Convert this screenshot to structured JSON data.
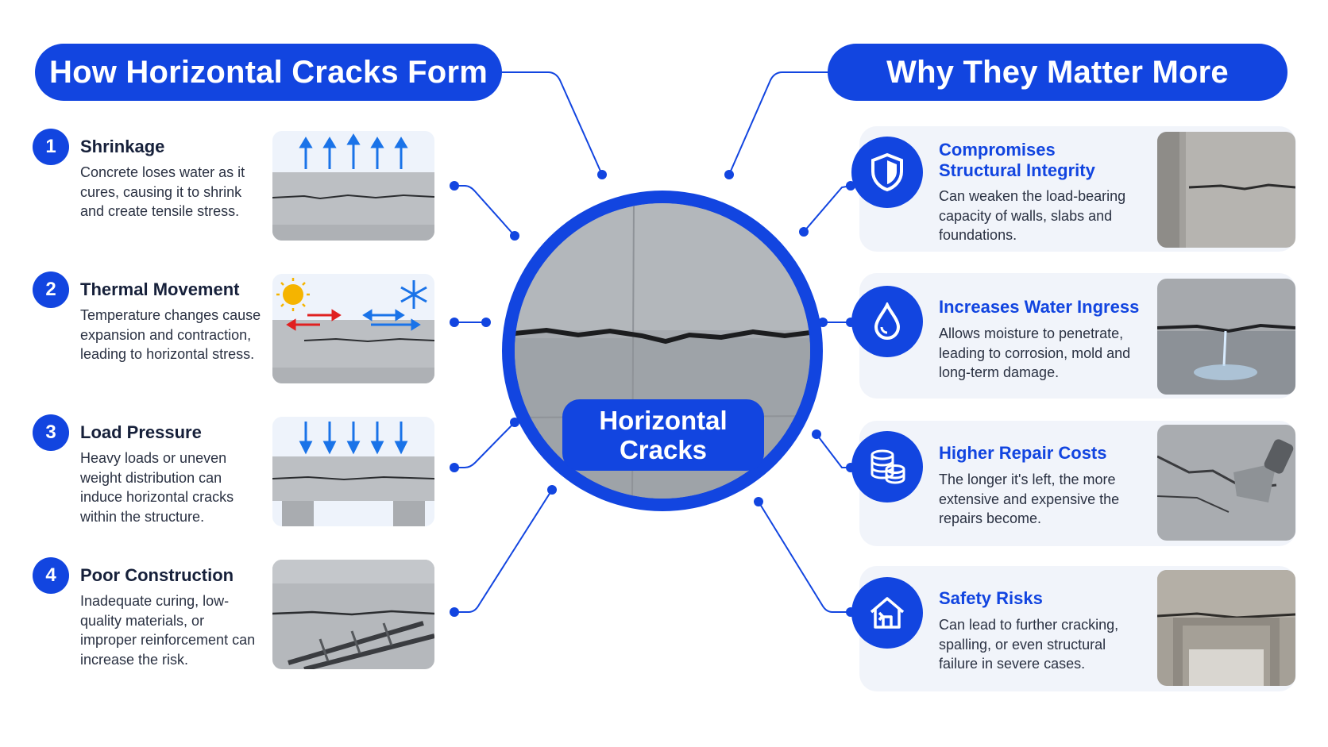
{
  "left_header": "How Horizontal Cracks Form",
  "right_header": "Why They Matter More",
  "center_label": "Horizontal Cracks",
  "causes": [
    {
      "number": "1",
      "title": "Shrinkage",
      "description": "Concrete loses water as it cures, causing it to shrink and create tensile stress."
    },
    {
      "number": "2",
      "title": "Thermal Movement",
      "description": "Temperature changes cause expansion and contraction, leading to horizontal stress."
    },
    {
      "number": "3",
      "title": "Load Pressure",
      "description": "Heavy loads or uneven weight distribution can induce horizontal cracks within the structure."
    },
    {
      "number": "4",
      "title": "Poor Construction",
      "description": "Inadequate curing, low-quality materials, or improper reinforcement can increase the risk."
    }
  ],
  "impacts": [
    {
      "title": "Compromises Structural Integrity",
      "description": "Can weaken the load-bearing capacity of walls, slabs and foundations.",
      "icon": "shield-icon"
    },
    {
      "title": "Increases Water Ingress",
      "description": "Allows moisture to penetrate, leading to corrosion, mold and long-term damage.",
      "icon": "water-drop-icon"
    },
    {
      "title": "Higher Repair Costs",
      "description": "The longer it's left, the more extensive and expensive the repairs become.",
      "icon": "coins-icon"
    },
    {
      "title": "Safety Risks",
      "description": "Can lead to further cracking, spalling, or even structural failure in severe cases.",
      "icon": "house-icon"
    }
  ],
  "colors": {
    "accent": "#1245e0",
    "card_bg": "#f1f4fa",
    "concrete": "#b9bcc0"
  }
}
